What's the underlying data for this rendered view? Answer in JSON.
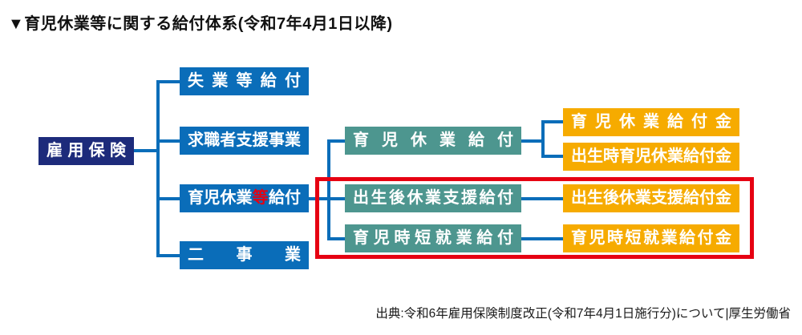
{
  "title": "▼育児休業等に関する給付体系(令和7年4月1日以降)",
  "source": "出典:令和6年雇用保険制度改正(令和7年4月1日施行分)について|厚生労働省",
  "colors": {
    "navy": "#1d2b7b",
    "blue": "#0a6db9",
    "teal": "#4d968f",
    "yellow": "#f6ab00",
    "red": "#e60012",
    "text_on_box": "#ffffff"
  },
  "root": {
    "label": "雇用保険"
  },
  "level1": [
    {
      "label": "失業等給付"
    },
    {
      "label": "求職者支援事業"
    },
    {
      "label_prefix": "育児休業",
      "label_highlight": "等",
      "label_suffix": "給付"
    },
    {
      "label": "二事業"
    }
  ],
  "level2": [
    {
      "label": "育児休業給付"
    },
    {
      "label": "出生後休業支援給付"
    },
    {
      "label": "育児時短就業給付"
    }
  ],
  "level3": [
    {
      "label": "育児休業給付金"
    },
    {
      "label": "出生時育児休業給付金"
    },
    {
      "label": "出生後休業支援給付金"
    },
    {
      "label": "育児時短就業給付金"
    }
  ]
}
